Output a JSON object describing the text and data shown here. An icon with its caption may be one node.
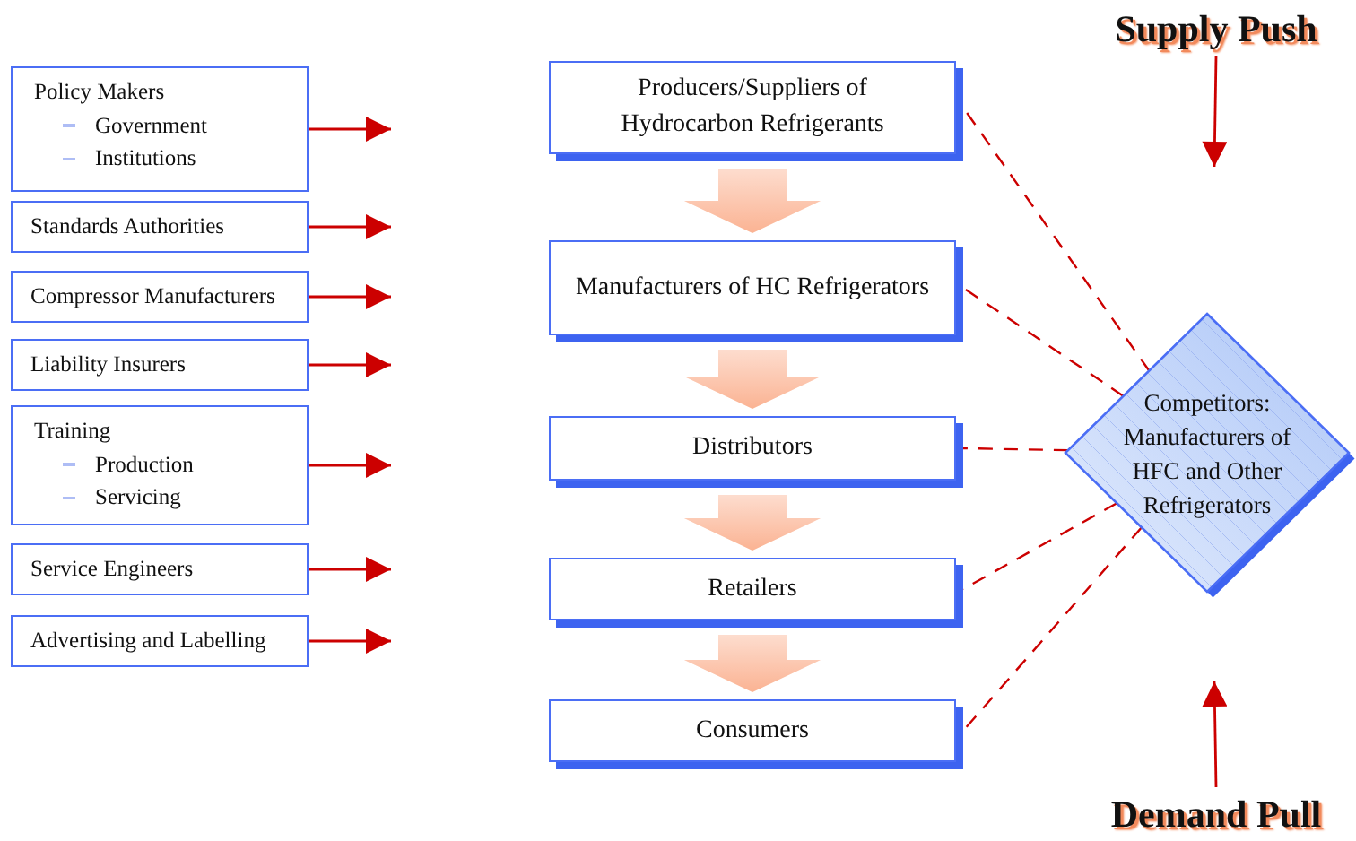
{
  "diagram": {
    "nodes": [
      {
        "text": [
          "Policy Makers",
          "Government",
          "Institutions"
        ]
      },
      {
        "text": [
          "Standards Authorities"
        ]
      },
      {
        "text": [
          "Compressor Manufacturers"
        ]
      },
      {
        "text": [
          "Liability Insurers"
        ]
      },
      {
        "text": [
          "Training",
          "Production",
          "Servicing"
        ]
      },
      {
        "text": [
          "Service Engineers"
        ]
      },
      {
        "text": [
          "Advertising and Labelling"
        ]
      },
      {
        "text": [
          "Producers/Suppliers of Hydrocarbon Refrigerants"
        ]
      },
      {
        "text": [
          "Manufacturers of HC Refrigerators"
        ]
      },
      {
        "text": [
          "Distributors"
        ]
      },
      {
        "text": [
          "Retailers"
        ]
      },
      {
        "text": [
          "Consumers"
        ]
      },
      {
        "text": [
          "Competitors: Manufacturers of HFC and Other Refrigerators"
        ]
      },
      {
        "text": [
          "Supply Push"
        ]
      },
      {
        "text": [
          "Demand Pull"
        ]
      }
    ],
    "edges": [
      {
        "from": 0,
        "to": null,
        "arrow": "to"
      },
      {
        "from": 1,
        "to": null,
        "arrow": "to"
      },
      {
        "from": 2,
        "to": null,
        "arrow": "to"
      },
      {
        "from": 3,
        "to": null,
        "arrow": "to"
      },
      {
        "from": 4,
        "to": null,
        "arrow": "to"
      },
      {
        "from": 5,
        "to": null,
        "arrow": "to"
      },
      {
        "from": 6,
        "to": null,
        "arrow": "to"
      },
      {
        "from": 7,
        "to": 8,
        "arrow": "to",
        "style": "thick",
        "color": "#fbb393"
      },
      {
        "from": 8,
        "to": 9,
        "arrow": "to",
        "style": "thick",
        "color": "#fbb393"
      },
      {
        "from": 9,
        "to": 10,
        "arrow": "to",
        "style": "thick",
        "color": "#fbb393"
      },
      {
        "from": 10,
        "to": 11,
        "arrow": "to",
        "style": "thick",
        "color": "#fbb393"
      },
      {
        "from": 12,
        "to": 7,
        "arrow": "none",
        "style": "dashed"
      },
      {
        "from": 12,
        "to": 8,
        "arrow": "none",
        "style": "dashed"
      },
      {
        "from": 12,
        "to": 9,
        "arrow": "none",
        "style": "dashed"
      },
      {
        "from": 12,
        "to": 10,
        "arrow": "none",
        "style": "dashed"
      },
      {
        "from": 12,
        "to": 11,
        "arrow": "none",
        "style": "dashed"
      },
      {
        "from": 13,
        "to": null,
        "arrow": "to"
      },
      {
        "from": 14,
        "to": null,
        "arrow": "to"
      }
    ]
  }
}
